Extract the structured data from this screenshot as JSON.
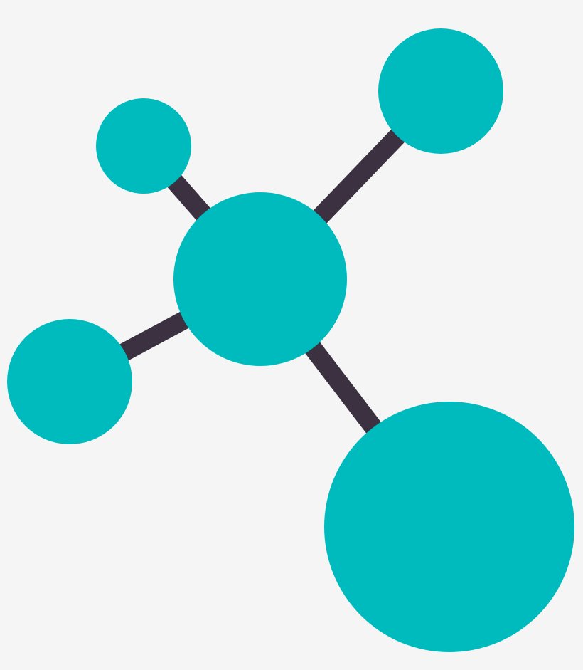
{
  "colors": {
    "background": "#f5f5f5",
    "node": "#00bbbd",
    "bond": "#3b3141"
  },
  "icon": {
    "name": "molecule-network-icon",
    "nodes": [
      "center",
      "top-left",
      "top-right",
      "left",
      "bottom-right"
    ],
    "bonds": [
      [
        "center",
        "top-left"
      ],
      [
        "center",
        "top-right"
      ],
      [
        "center",
        "left"
      ],
      [
        "center",
        "bottom-right"
      ]
    ]
  }
}
